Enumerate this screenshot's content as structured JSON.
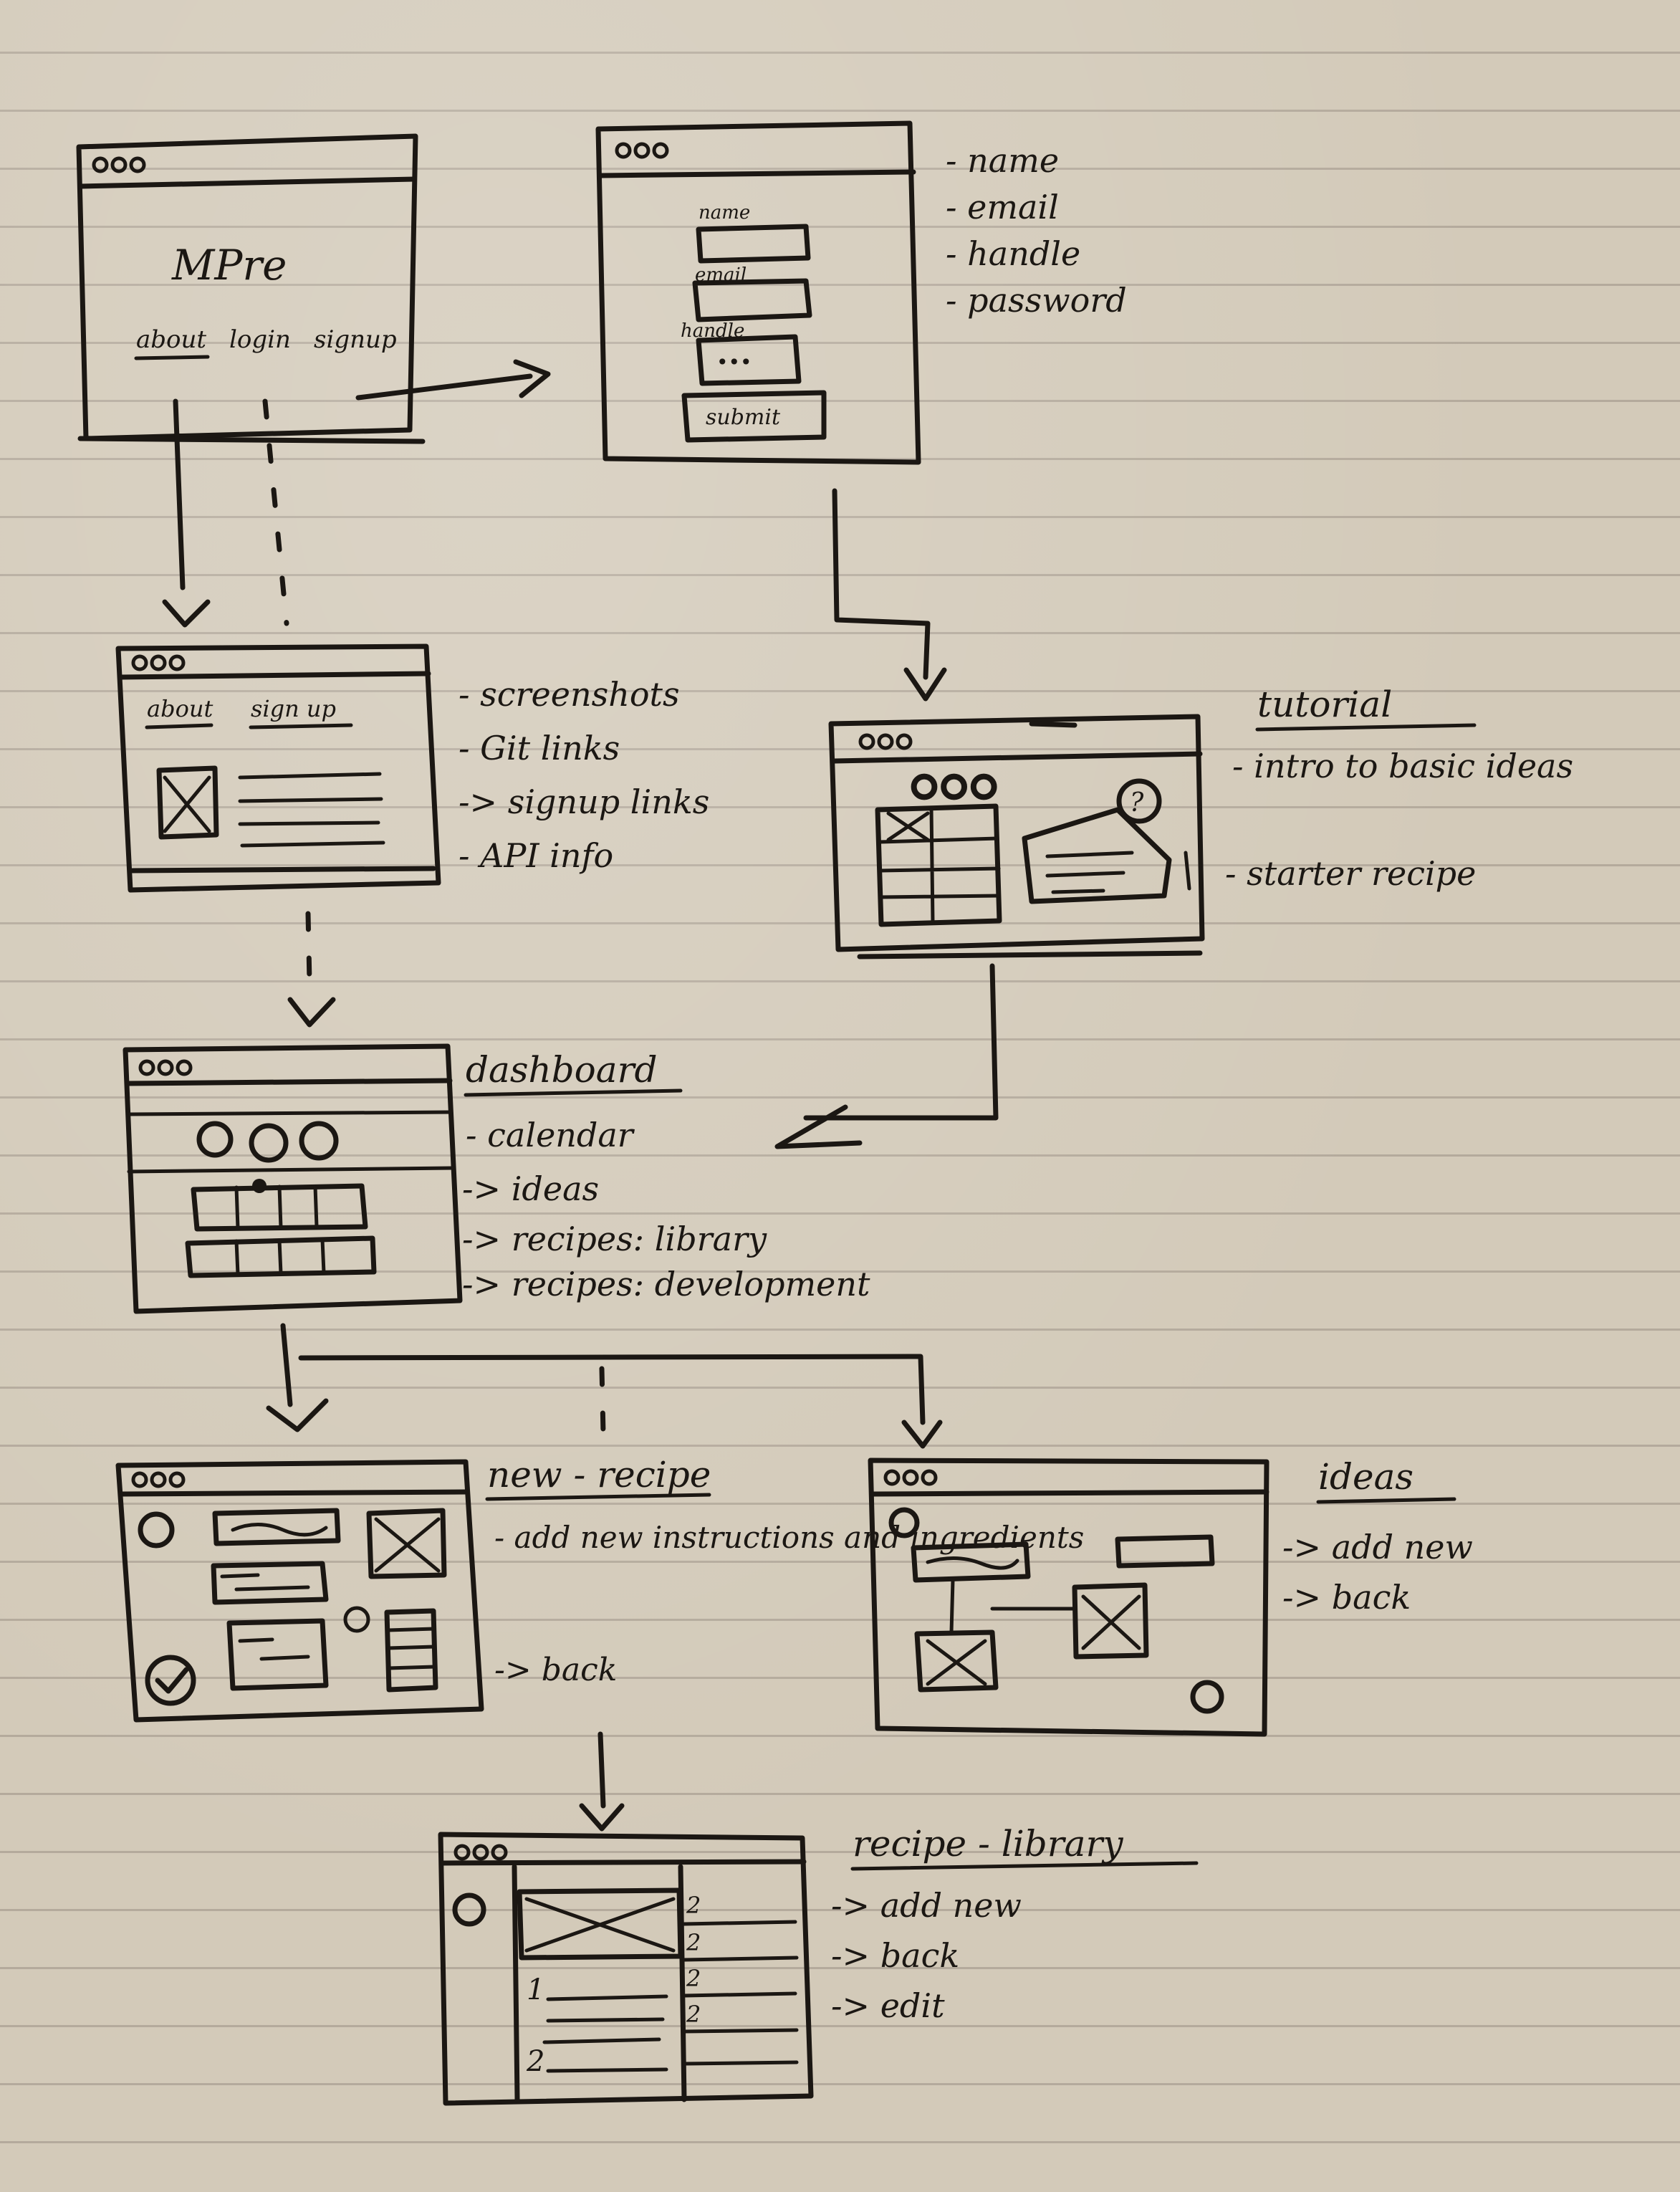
{
  "home": {
    "title": "MPre",
    "nav": [
      "about",
      "login",
      "signup"
    ]
  },
  "signup_form": {
    "field_labels": [
      "name",
      "email",
      "handle"
    ],
    "password_mask": "•••",
    "submit_label": "submit",
    "notes": [
      "- name",
      "- email",
      "- handle",
      "- password"
    ]
  },
  "about": {
    "nav": [
      "about",
      "sign up"
    ],
    "notes": [
      "- screenshots",
      "- Git links",
      "-> signup links",
      "- API info"
    ]
  },
  "tutorial": {
    "heading": "tutorial",
    "badge": "?",
    "notes": [
      "- intro to basic ideas",
      "- starter recipe"
    ]
  },
  "dashboard": {
    "heading": "dashboard",
    "notes": [
      "- calendar",
      "-> ideas",
      "-> recipes: library",
      "-> recipes: development"
    ]
  },
  "new_recipe": {
    "heading": "new - recipe",
    "notes": [
      "- add new instructions and ingredients",
      "-> back"
    ]
  },
  "ideas": {
    "heading": "ideas",
    "notes": [
      "-> add new",
      "-> back"
    ]
  },
  "recipe_library": {
    "heading": "recipe - library",
    "list_numbers": [
      "1",
      "2"
    ],
    "side_numbers": [
      "2",
      "2",
      "2",
      "2"
    ],
    "notes": [
      "-> add new",
      "-> back",
      "-> edit"
    ]
  }
}
